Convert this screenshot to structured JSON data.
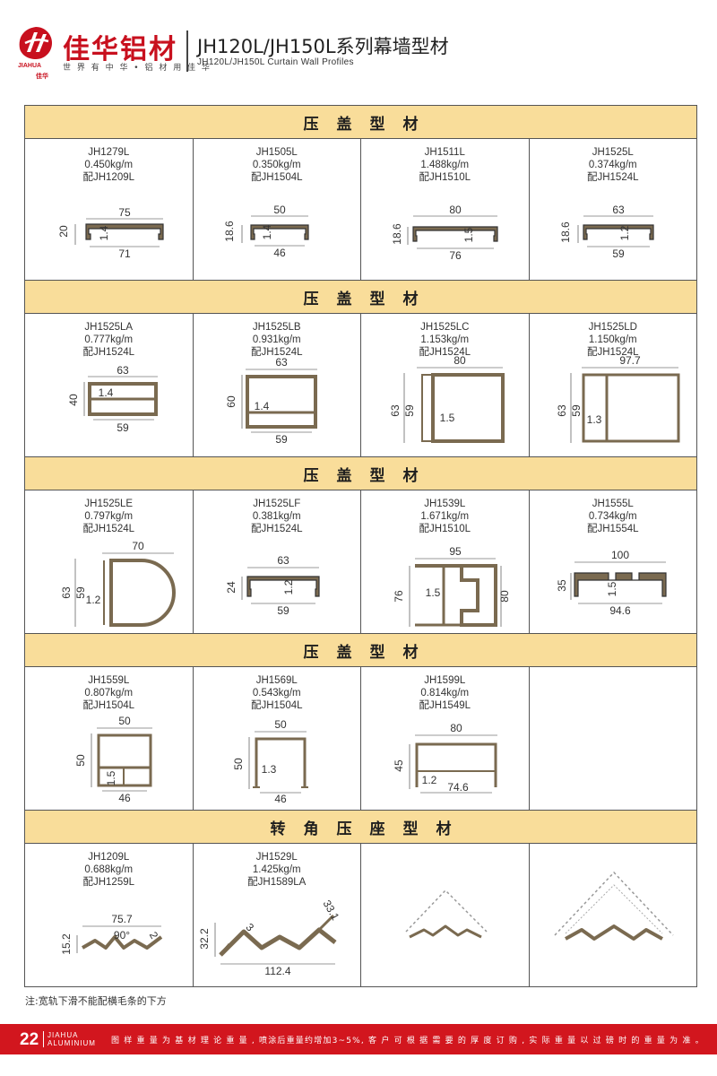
{
  "header": {
    "brand_cn": "佳华铝材",
    "brand_en": "JIAHUA",
    "brand_cn_small": "佳华",
    "slogan": "世 界 有 中 华  •  铝 材 用 佳 华",
    "title": "JH120L/JH150L系列幕墙型材",
    "subtitle": "JH120L/JH150L  Curtain  Wall  Profiles",
    "brand_color": "#c8101e"
  },
  "sections": [
    {
      "title": "压盖型材",
      "items": [
        {
          "code": "JH1279L",
          "weight": "0.450kg/m",
          "match": "配JH1209L",
          "dims": [
            "75",
            "20",
            "1.4",
            "71"
          ]
        },
        {
          "code": "JH1505L",
          "weight": "0.350kg/m",
          "match": "配JH1504L",
          "dims": [
            "50",
            "18.6",
            "1.4",
            "46"
          ]
        },
        {
          "code": "JH1511L",
          "weight": "1.488kg/m",
          "match": "配JH1510L",
          "dims": [
            "80",
            "18.6",
            "1.5",
            "76"
          ]
        },
        {
          "code": "JH1525L",
          "weight": "0.374kg/m",
          "match": "配JH1524L",
          "dims": [
            "63",
            "18.6",
            "1.2",
            "59"
          ]
        }
      ]
    },
    {
      "title": "压盖型材",
      "items": [
        {
          "code": "JH1525LA",
          "weight": "0.777kg/m",
          "match": "配JH1524L",
          "dims": [
            "63",
            "40",
            "1.4",
            "59"
          ]
        },
        {
          "code": "JH1525LB",
          "weight": "0.931kg/m",
          "match": "配JH1524L",
          "dims": [
            "63",
            "60",
            "1.4",
            "59"
          ]
        },
        {
          "code": "JH1525LC",
          "weight": "1.153kg/m",
          "match": "配JH1524L",
          "dims": [
            "80",
            "63",
            "59",
            "1.5"
          ]
        },
        {
          "code": "JH1525LD",
          "weight": "1.150kg/m",
          "match": "配JH1524L",
          "dims": [
            "97.7",
            "63",
            "59",
            "1.3"
          ]
        }
      ]
    },
    {
      "title": "压盖型材",
      "items": [
        {
          "code": "JH1525LE",
          "weight": "0.797kg/m",
          "match": "配JH1524L",
          "dims": [
            "70",
            "63",
            "59",
            "1.2"
          ]
        },
        {
          "code": "JH1525LF",
          "weight": "0.381kg/m",
          "match": "配JH1524L",
          "dims": [
            "63",
            "24",
            "1.2",
            "59"
          ]
        },
        {
          "code": "JH1539L",
          "weight": "1.671kg/m",
          "match": "配JH1510L",
          "dims": [
            "95",
            "76",
            "1.5",
            "80"
          ]
        },
        {
          "code": "JH1555L",
          "weight": "0.734kg/m",
          "match": "配JH1554L",
          "dims": [
            "100",
            "35",
            "1.5",
            "94.6"
          ]
        }
      ]
    },
    {
      "title": "压盖型材",
      "items": [
        {
          "code": "JH1559L",
          "weight": "0.807kg/m",
          "match": "配JH1504L",
          "dims": [
            "50",
            "50",
            "1.5",
            "46"
          ]
        },
        {
          "code": "JH1569L",
          "weight": "0.543kg/m",
          "match": "配JH1504L",
          "dims": [
            "50",
            "50",
            "1.3",
            "46"
          ]
        },
        {
          "code": "JH1599L",
          "weight": "0.814kg/m",
          "match": "配JH1549L",
          "dims": [
            "80",
            "45",
            "1.2",
            "74.6"
          ]
        },
        {
          "code": "",
          "weight": "",
          "match": "",
          "dims": []
        }
      ]
    },
    {
      "title": "转角压座型材",
      "items": [
        {
          "code": "JH1209L",
          "weight": "0.688kg/m",
          "match": "配JH1259L",
          "dims": [
            "75.7",
            "15.2",
            "90°",
            "2"
          ]
        },
        {
          "code": "JH1529L",
          "weight": "1.425kg/m",
          "match": "配JH1589LA",
          "dims": [
            "32.2",
            "3",
            "33.1",
            "112.4"
          ]
        },
        {
          "code": "",
          "weight": "",
          "match": "",
          "dims": []
        },
        {
          "code": "",
          "weight": "",
          "match": "",
          "dims": []
        }
      ]
    }
  ],
  "note": "注:宽轨下滑不能配横毛条的下方",
  "footer": {
    "page": "22",
    "brand_line1": "JIAHUA",
    "brand_line2": "ALUMINIUM",
    "text": "图 样 重 量 为 基 材 理 论 重 量 , 喷涂后重量约增加3~5%, 客 户 可 根 据 需 要 的 厚 度 订 购 , 实 际 重 量 以 过 磅 时 的 重 量 为 准 。",
    "bar_color": "#d2161e"
  }
}
